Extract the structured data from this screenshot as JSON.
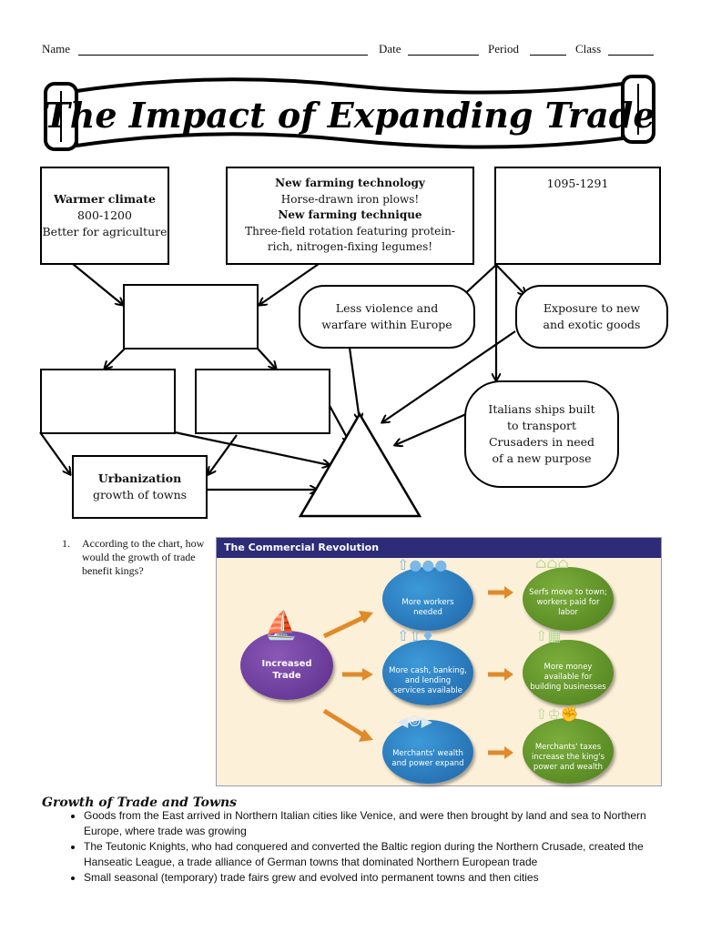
{
  "header": {
    "name_label": "Name",
    "date_label": "Date",
    "period_label": "Period",
    "class_label": "Class"
  },
  "title": "The Impact of Expanding Trade",
  "diagram": {
    "warmer_climate": {
      "title": "Warmer climate",
      "line1": "800-1200",
      "line2": "Better for agriculture"
    },
    "farming": {
      "title1": "New farming technology",
      "line1": "Horse-drawn iron plows!",
      "title2": "New farming technique",
      "line2": "Three-field rotation featuring protein-",
      "line3": "rich, nitrogen-fixing legumes!"
    },
    "crusades": {
      "dates": "1095-1291"
    },
    "less_violence": {
      "line1": "Less violence and",
      "line2": "warfare within Europe"
    },
    "exposure": {
      "line1": "Exposure to new",
      "line2": "and exotic goods"
    },
    "italian_ships": {
      "line1": "Italians ships built",
      "line2": "to transport",
      "line3": "Crusaders in need",
      "line4": "of a new purpose"
    },
    "urbanization": {
      "title": "Urbanization",
      "line1": "growth of towns"
    }
  },
  "question": {
    "number": "1.",
    "text": "According to the chart, how would the growth of trade benefit kings?"
  },
  "commercial_revolution": {
    "title": "The Commercial Revolution",
    "center": "Increased Trade",
    "rows": [
      {
        "cause": "More workers needed",
        "effect": "Serfs move to town; workers paid for labor"
      },
      {
        "cause": "More cash, banking, and lending services available",
        "effect": "More money available for building businesses"
      },
      {
        "cause": "Merchants' wealth and power expand",
        "effect": "Merchants' taxes increase the king's power and wealth"
      }
    ],
    "colors": {
      "header": "#2c2c78",
      "background": "#fdf0d8",
      "cause": "#1e64a8",
      "effect": "#5d8c26",
      "center": "#6a3a98",
      "arrow": "#e08a2a"
    }
  },
  "section": {
    "heading": "Growth of Trade and Towns",
    "bullets": [
      "Goods from the East arrived in Northern Italian cities like Venice, and were then brought by land and sea to Northern Europe, where trade was growing",
      "The Teutonic Knights, who had conquered and converted the Baltic region during the Northern Crusade, created the Hanseatic League, a trade alliance of German towns that dominated Northern European trade",
      "Small seasonal (temporary)  trade fairs grew and evolved into permanent towns and then cities"
    ]
  }
}
